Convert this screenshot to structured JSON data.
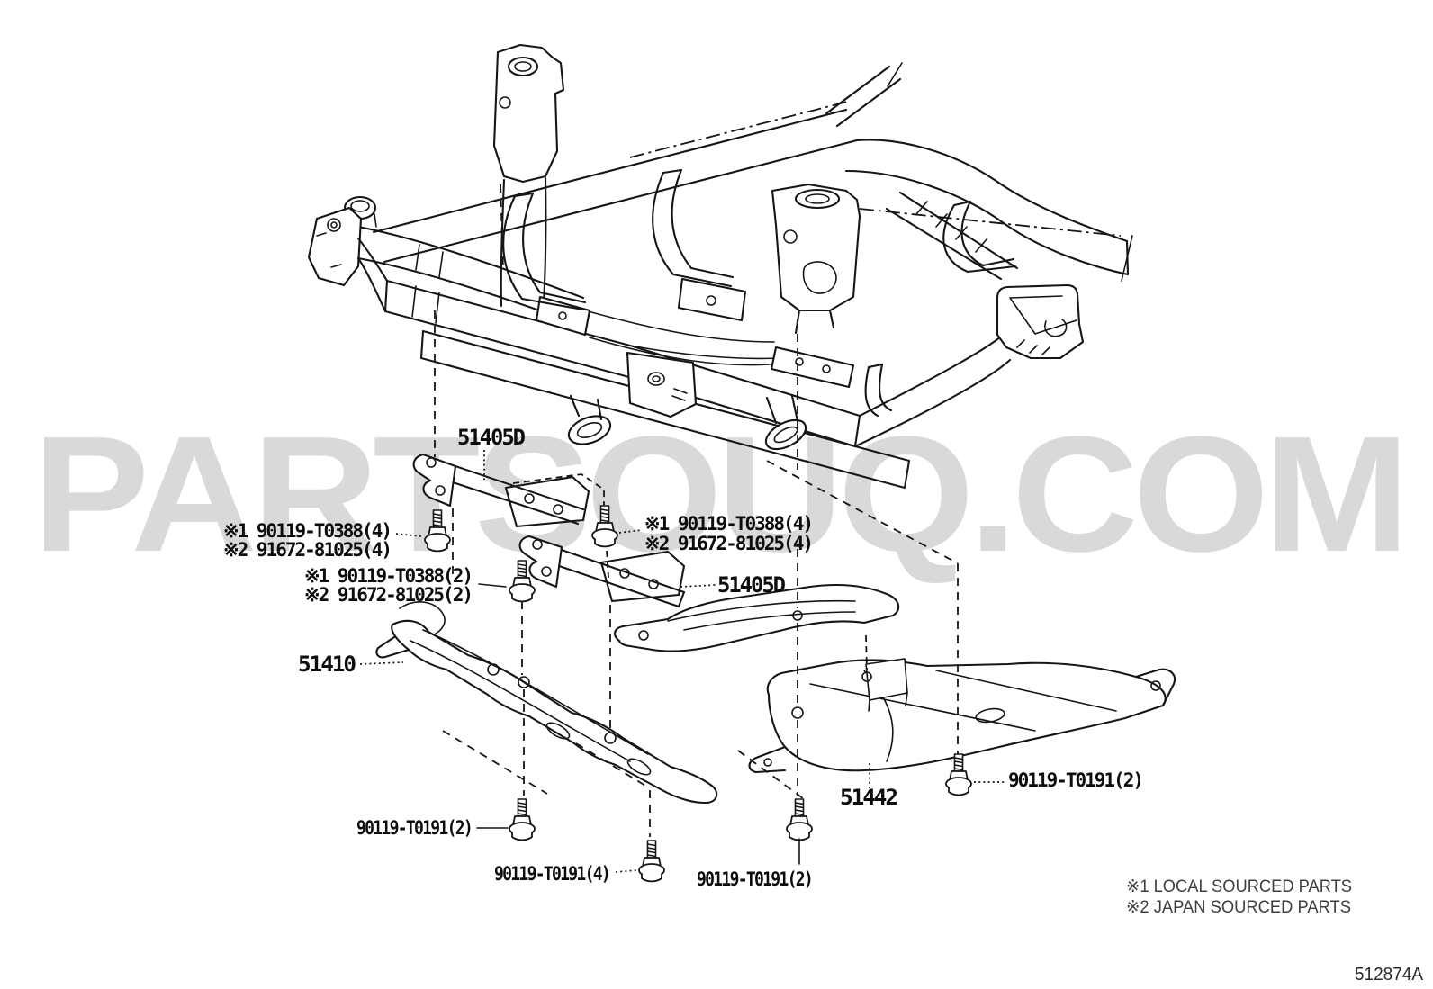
{
  "watermark": "PARTSOUQ.COM",
  "drawing_code": "512874A",
  "footnotes": {
    "note1": "※1 LOCAL SOURCED PARTS",
    "note2": "※2 JAPAN SOURCED PARTS"
  },
  "parts": {
    "brace_upper": "51405D",
    "brace_lower": "51405D",
    "cover_left": "51410",
    "cover_right": "51442"
  },
  "fasteners": {
    "group_top_left_1": "※1 90119-T0388(4)",
    "group_top_left_2": "※2 91672-81025(4)",
    "group_mid_left_1": "※1 90119-T0388(2)",
    "group_mid_left_2": "※2 91672-81025(2)",
    "group_top_right_1": "※1 90119-T0388(4)",
    "group_top_right_2": "※2 91672-81025(4)",
    "bolt_left": "90119-T0191(2)",
    "bolt_center": "90119-T0191(4)",
    "bolt_mid": "90119-T0191(2)",
    "bolt_right": "90119-T0191(2)"
  }
}
